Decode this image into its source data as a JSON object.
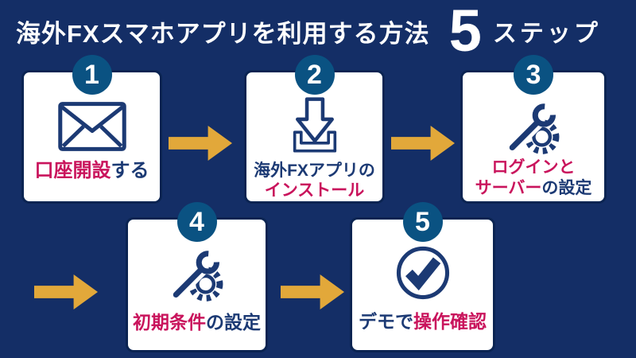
{
  "title": {
    "main": "海外FXスマホアプリを利用する方法",
    "big_number": "5",
    "suffix": "ステップ"
  },
  "colors": {
    "background": "#142E66",
    "card_bg": "#FFFFFF",
    "card_border": "#0B2452",
    "step_circle": "#0A5282",
    "navy_text": "#1C3A74",
    "accent_text": "#C9145C",
    "arrow": "#E2A83A",
    "title_text": "#FFFFFF"
  },
  "connector_icon": "arrow-right-icon",
  "steps": [
    {
      "number": "1",
      "icon": "envelope-icon",
      "lines": [
        [
          {
            "text": "口座開設",
            "tone": "accent"
          },
          {
            "text": "する",
            "tone": "navy"
          }
        ]
      ]
    },
    {
      "number": "2",
      "icon": "download-icon",
      "lines": [
        [
          {
            "text": "海外FXアプリの",
            "tone": "navy"
          }
        ],
        [
          {
            "text": "インストール",
            "tone": "accent"
          }
        ]
      ]
    },
    {
      "number": "3",
      "icon": "wrench-gear-icon",
      "lines": [
        [
          {
            "text": "ログインと",
            "tone": "accent"
          }
        ],
        [
          {
            "text": "サーバー",
            "tone": "accent"
          },
          {
            "text": "の設定",
            "tone": "navy"
          }
        ]
      ]
    },
    {
      "number": "4",
      "icon": "wrench-gear-icon",
      "lines": [
        [
          {
            "text": "初期条件",
            "tone": "accent"
          },
          {
            "text": "の設定",
            "tone": "navy"
          }
        ]
      ]
    },
    {
      "number": "5",
      "icon": "check-circle-icon",
      "lines": [
        [
          {
            "text": "デモで",
            "tone": "navy"
          },
          {
            "text": "操作確認",
            "tone": "accent"
          }
        ]
      ]
    }
  ]
}
